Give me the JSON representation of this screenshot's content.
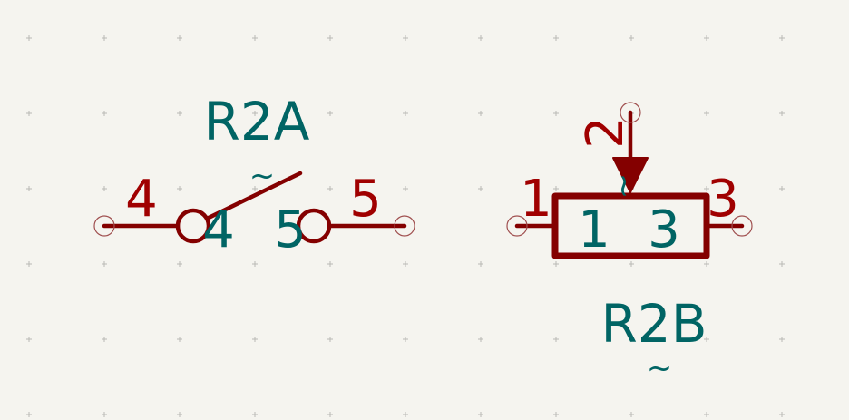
{
  "colors": {
    "background": "#f5f4ef",
    "symbol_body": "#840000",
    "pin_number": "#a00000",
    "field_text": "#006464",
    "grid": "#b9b9b4"
  },
  "symbols": {
    "switch": {
      "reference": "R2A",
      "value": "~",
      "pins": [
        {
          "number": "4",
          "name": "4"
        },
        {
          "number": "5",
          "name": "5"
        }
      ]
    },
    "potentiometer": {
      "reference": "R2B",
      "value": "~",
      "pins": [
        {
          "number": "1",
          "name": "1"
        },
        {
          "number": "2",
          "name": "~"
        },
        {
          "number": "3",
          "name": "3"
        }
      ]
    }
  },
  "icons": {
    "switch": "spst-switch-icon",
    "potentiometer": "potentiometer-icon",
    "wiper": "arrow-down-icon"
  }
}
